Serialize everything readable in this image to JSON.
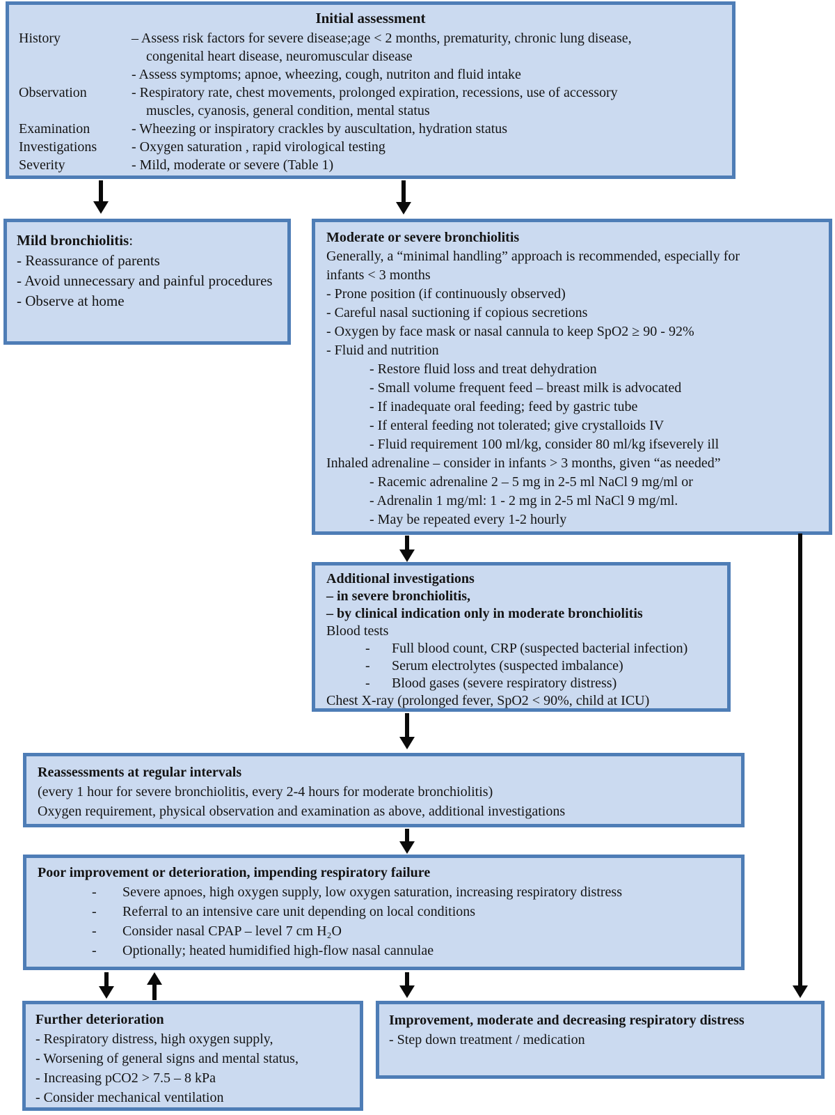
{
  "colors": {
    "box_fill": "#cbdaf0",
    "box_border": "#4e7db6",
    "arrow": "#0a0a0a",
    "text": "#141414"
  },
  "boxes": {
    "initial": {
      "title": "Initial assessment",
      "rows": [
        {
          "label": "History",
          "text": "– Assess risk factors for severe disease;age < 2 months, prematurity, chronic lung disease,"
        },
        {
          "label": "",
          "text": "congenital heart disease, neuromuscular disease"
        },
        {
          "label": "",
          "text": "- Assess symptoms; apnoe, wheezing, cough, nutriton and fluid intake"
        },
        {
          "label": "Observation",
          "text": "- Respiratory rate, chest movements, prolonged expiration, recessions, use of accessory"
        },
        {
          "label": "",
          "text": "muscles, cyanosis, general condition, mental status"
        },
        {
          "label": "Examination",
          "text": "- Wheezing or inspiratory crackles by auscultation, hydration status"
        },
        {
          "label": "Investigations",
          "text": "- Oxygen saturation , rapid virological testing"
        },
        {
          "label": "Severity",
          "text": "- Mild, moderate or severe  (Table 1)"
        }
      ]
    },
    "mild": {
      "title": "Mild bronchiolitis",
      "title_suffix": ":",
      "lines": [
        "- Reassurance of parents",
        "- Avoid unnecessary and painful procedures",
        "- Observe at home"
      ]
    },
    "moderate": {
      "title": "Moderate or severe bronchiolitis",
      "lines": [
        "Generally, a “minimal handling” approach is recommended, especially for",
        "infants  < 3 months",
        "- Prone position (if continuously observed)",
        "- Careful nasal suctioning if copious secretions",
        "- Oxygen by face mask or nasal cannula to keep SpO2 ≥ 90 - 92%",
        "- Fluid and nutrition"
      ],
      "indented_lines": [
        "- Restore fluid loss and treat dehydration",
        "- Small volume frequent feed – breast milk is advocated",
        "- If inadequate oral feeding; feed by gastric tube",
        "- If enteral feeding not tolerated; give crystalloids IV",
        "- Fluid requirement 100 ml/kg, consider 80 ml/kg ifseverely ill"
      ],
      "adrenaline_line": "Inhaled adrenaline – consider in infants > 3 months, given “as needed”",
      "adrenaline_sub": [
        "- Racemic adrenaline 2 – 5 mg in 2-5 ml NaCl 9 mg/ml or",
        "- Adrenalin 1 mg/ml: 1 - 2 mg  in 2-5 ml NaCl 9 mg/ml.",
        "- May be repeated every 1-2 hourly"
      ]
    },
    "additional": {
      "title_lines": [
        "Additional investigations",
        "– in severe bronchiolitis,",
        "– by clinical indication only in moderate bronchiolitis"
      ],
      "blood_tests_label": "Blood tests",
      "bullet_dash": "-",
      "bullets": [
        "Full blood count, CRP (suspected bacterial infection)",
        "Serum electrolytes (suspected imbalance)",
        "Blood gases (severe respiratory distress)"
      ],
      "xray_line": "Chest X-ray (prolonged fever, SpO2 < 90%, child at ICU)"
    },
    "reassess": {
      "title": "Reassessments at regular intervals",
      "lines": [
        "(every 1 hour for severe bronchiolitis, every 2-4 hours for moderate bronchiolitis)",
        "Oxygen requirement, physical observation and examination as above, additional investigations"
      ]
    },
    "poor": {
      "title": "Poor improvement or deterioration, impending respiratory failure",
      "bullet_dash": "-",
      "bullets": [
        "Severe apnoes, high oxygen supply, low oxygen saturation, increasing respiratory distress",
        "Referral to an intensive care unit depending on local conditions",
        "Consider nasal CPAP – level 7 cm H₂O",
        "Optionally; heated humidified high-flow nasal cannulae"
      ]
    },
    "further": {
      "title": "Further deterioration",
      "lines": [
        "- Respiratory distress, high oxygen supply,",
        "- Worsening of general signs and mental status,",
        "- Increasing  pCO2 > 7.5 – 8 kPa",
        "- Consider mechanical ventilation"
      ]
    },
    "improve": {
      "title": "Improvement, moderate and decreasing respiratory distress",
      "lines": [
        "- Step down treatment / medication"
      ]
    }
  },
  "flow": [
    {
      "from": "initial-assessment",
      "to": "mild-bronchiolitis"
    },
    {
      "from": "initial-assessment",
      "to": "moderate-or-severe-bronchiolitis"
    },
    {
      "from": "moderate-or-severe-bronchiolitis",
      "to": "additional-investigations"
    },
    {
      "from": "moderate-or-severe-bronchiolitis",
      "to": "improvement"
    },
    {
      "from": "additional-investigations",
      "to": "reassessments"
    },
    {
      "from": "reassessments",
      "to": "poor-improvement-or-deterioration"
    },
    {
      "from": "poor-improvement-or-deterioration",
      "to": "further-deterioration"
    },
    {
      "from": "further-deterioration",
      "to": "poor-improvement-or-deterioration"
    },
    {
      "from": "poor-improvement-or-deterioration",
      "to": "improvement"
    }
  ]
}
